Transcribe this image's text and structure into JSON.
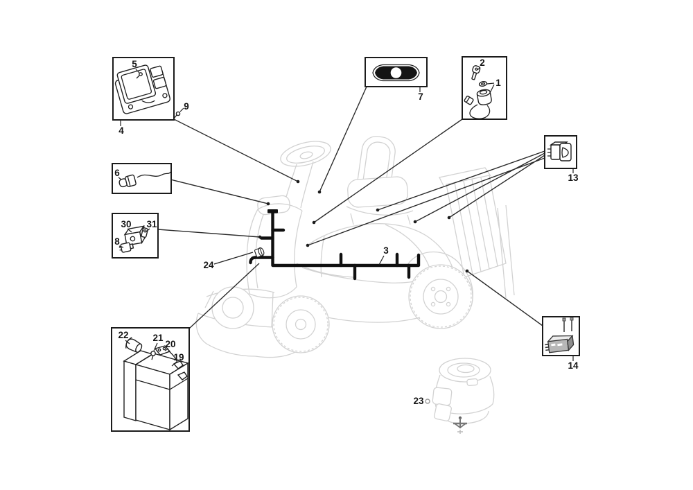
{
  "figure": {
    "background": "#ffffff",
    "ink_color": "#1c1c1c",
    "sketch_color": "#d2d2d2",
    "harness_color": "#101010",
    "labels": {
      "p1": "1",
      "p2": "2",
      "p3": "3",
      "p4": "4",
      "p5": "5",
      "p6": "6",
      "p7": "7",
      "p8": "8",
      "p9": "9",
      "p13": "13",
      "p14": "14",
      "p19": "19",
      "p20": "20",
      "p21": "21",
      "p22": "22",
      "p23": "23",
      "p24": "24",
      "p30": "30",
      "p31": "31"
    }
  }
}
